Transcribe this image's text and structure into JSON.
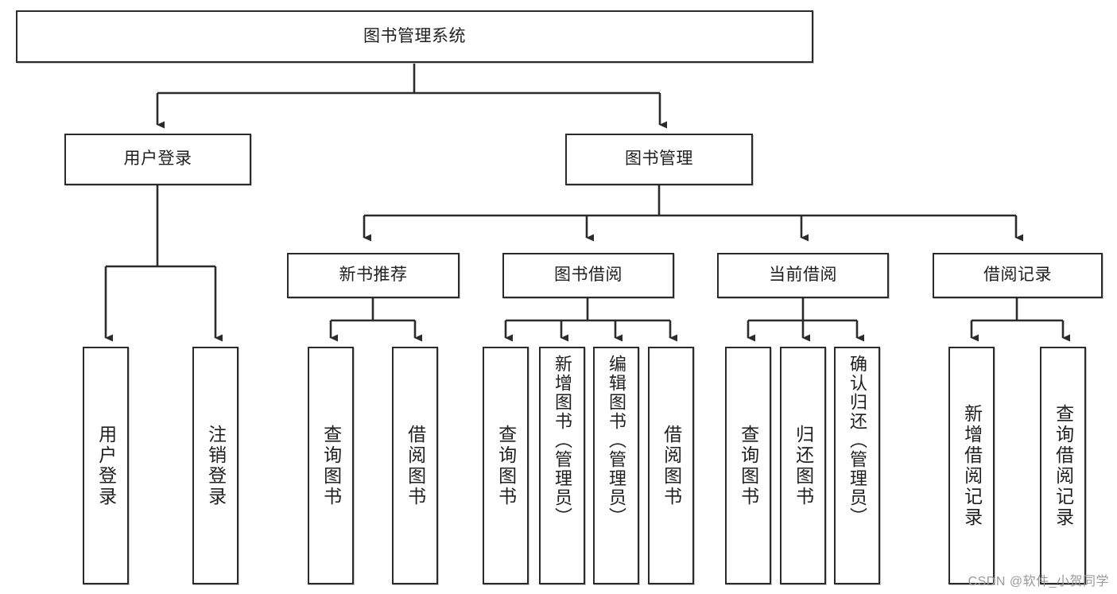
{
  "diagram": {
    "type": "hierarchy-tree",
    "title": "图书管理系统",
    "root": {
      "label": "图书管理系统"
    },
    "level2": [
      {
        "id": "user-login",
        "label": "用户登录"
      },
      {
        "id": "book-management",
        "label": "图书管理"
      }
    ],
    "level3": [
      {
        "id": "new-book-recommend",
        "label": "新书推荐",
        "parent": "book-management"
      },
      {
        "id": "book-borrow",
        "label": "图书借阅",
        "parent": "book-management"
      },
      {
        "id": "current-borrow",
        "label": "当前借阅",
        "parent": "book-management"
      },
      {
        "id": "borrow-record",
        "label": "借阅记录",
        "parent": "book-management"
      }
    ],
    "leaves": [
      {
        "id": "leaf-user-login",
        "label": "用户登录",
        "parent": "user-login"
      },
      {
        "id": "leaf-user-logout",
        "label": "注销登录",
        "parent": "user-login"
      },
      {
        "id": "leaf-query-book-1",
        "label": "查询图书",
        "parent": "new-book-recommend"
      },
      {
        "id": "leaf-borrow-book-1",
        "label": "借阅图书",
        "parent": "new-book-recommend"
      },
      {
        "id": "leaf-query-book-2",
        "label": "查询图书",
        "parent": "book-borrow"
      },
      {
        "id": "leaf-add-book",
        "label": "新增图书（管理员）",
        "parent": "book-borrow"
      },
      {
        "id": "leaf-edit-book",
        "label": "编辑图书（管理员）",
        "parent": "book-borrow"
      },
      {
        "id": "leaf-borrow-book-2",
        "label": "借阅图书",
        "parent": "book-borrow"
      },
      {
        "id": "leaf-query-book-3",
        "label": "查询图书",
        "parent": "current-borrow"
      },
      {
        "id": "leaf-return-book",
        "label": "归还图书",
        "parent": "current-borrow"
      },
      {
        "id": "leaf-confirm-return",
        "label": "确认归还（管理员）",
        "parent": "current-borrow"
      },
      {
        "id": "leaf-add-record",
        "label": "新增借阅记录",
        "parent": "borrow-record"
      },
      {
        "id": "leaf-query-record",
        "label": "查询借阅记录",
        "parent": "borrow-record"
      }
    ],
    "watermark": "CSDN @软件_小贺同学",
    "colors": {
      "stroke": "#2b2b2b",
      "fill": "#ffffff",
      "text": "#1f1f1f",
      "watermark": "#9a9a9a"
    }
  }
}
